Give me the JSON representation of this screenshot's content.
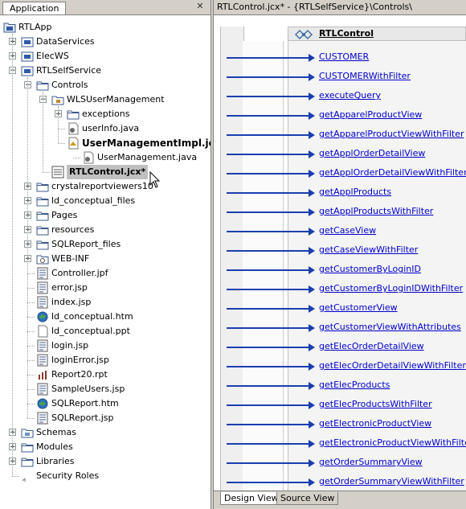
{
  "left_panel": {
    "tab_label": "Application",
    "close_glyph": "✕",
    "tree": [
      {
        "label": "RTLApp",
        "icon": "application-icon",
        "depth": 0,
        "expander": "minus"
      },
      {
        "label": "DataServices",
        "icon": "project-icon",
        "depth": 1,
        "expander": "plus"
      },
      {
        "label": "ElecWS",
        "icon": "project-icon",
        "depth": 1,
        "expander": "plus"
      },
      {
        "label": "RTLSelfService",
        "icon": "project-icon",
        "depth": 1,
        "expander": "minus"
      },
      {
        "label": "Controls",
        "icon": "folder-icon",
        "depth": 2,
        "expander": "minus"
      },
      {
        "label": "WLSUserManagement",
        "icon": "package-folder-icon",
        "depth": 3,
        "expander": "minus"
      },
      {
        "label": "exceptions",
        "icon": "folder-icon",
        "depth": 4,
        "expander": "plus"
      },
      {
        "label": "userInfo.java",
        "icon": "java-file-icon",
        "depth": 4,
        "expander": "none"
      },
      {
        "label": "UserManagementImpl.jcs",
        "icon": "jcs-file-icon",
        "depth": 4,
        "expander": "none",
        "bold": true
      },
      {
        "label": "UserManagement.java",
        "icon": "java-file-icon",
        "depth": 5,
        "expander": "none"
      },
      {
        "label": "RTLControl.jcx*",
        "icon": "jcx-file-icon",
        "depth": 3,
        "expander": "none",
        "selected": true
      },
      {
        "label": "crystalreportviewers10",
        "icon": "folder-icon",
        "depth": 2,
        "expander": "plus"
      },
      {
        "label": "ld_conceptual_files",
        "icon": "folder-icon",
        "depth": 2,
        "expander": "plus"
      },
      {
        "label": "Pages",
        "icon": "folder-icon",
        "depth": 2,
        "expander": "plus"
      },
      {
        "label": "resources",
        "icon": "folder-icon",
        "depth": 2,
        "expander": "plus"
      },
      {
        "label": "SQLReport_files",
        "icon": "folder-icon",
        "depth": 2,
        "expander": "plus"
      },
      {
        "label": "WEB-INF",
        "icon": "web-inf-folder-icon",
        "depth": 2,
        "expander": "plus"
      },
      {
        "label": "Controller.jpf",
        "icon": "jpf-file-icon",
        "depth": 2,
        "expander": "none"
      },
      {
        "label": "error.jsp",
        "icon": "jsp-file-icon",
        "depth": 2,
        "expander": "none"
      },
      {
        "label": "index.jsp",
        "icon": "jsp-file-icon",
        "depth": 2,
        "expander": "none"
      },
      {
        "label": "ld_conceptual.htm",
        "icon": "html-file-icon",
        "depth": 2,
        "expander": "none"
      },
      {
        "label": "ld_conceptual.ppt",
        "icon": "generic-file-icon",
        "depth": 2,
        "expander": "none"
      },
      {
        "label": "login.jsp",
        "icon": "jsp-file-icon",
        "depth": 2,
        "expander": "none"
      },
      {
        "label": "loginError.jsp",
        "icon": "jsp-file-icon",
        "depth": 2,
        "expander": "none"
      },
      {
        "label": "Report20.rpt",
        "icon": "report-file-icon",
        "depth": 2,
        "expander": "none"
      },
      {
        "label": "SampleUsers.jsp",
        "icon": "jsp-file-icon",
        "depth": 2,
        "expander": "none"
      },
      {
        "label": "SQLReport.htm",
        "icon": "html-file-icon",
        "depth": 2,
        "expander": "none"
      },
      {
        "label": "SQLReport.jsp",
        "icon": "jsp-file-icon",
        "depth": 2,
        "expander": "none"
      },
      {
        "label": "Schemas",
        "icon": "schemas-folder-icon",
        "depth": 1,
        "expander": "plus"
      },
      {
        "label": "Modules",
        "icon": "folder-icon",
        "depth": 1,
        "expander": "plus"
      },
      {
        "label": "Libraries",
        "icon": "folder-icon",
        "depth": 1,
        "expander": "plus"
      },
      {
        "label": "Security Roles",
        "icon": "security-roles-icon",
        "depth": 1,
        "expander": "none"
      }
    ]
  },
  "editor": {
    "title": "RTLControl.jcx* - {RTLSelfService}\\Controls\\",
    "control_name": "RTLControl",
    "methods": [
      "CUSTOMER",
      "CUSTOMERWithFilter",
      "executeQuery",
      "getApparelProductView",
      "getApparelProductViewWithFilter",
      "getApplOrderDetailView",
      "getApplOrderDetailViewWithFilter",
      "getApplProducts",
      "getApplProductsWithFilter",
      "getCaseView",
      "getCaseViewWithFilter",
      "getCustomerByLoginID",
      "getCustomerByLoginIDWithFilter",
      "getCustomerView",
      "getCustomerViewWithAttributes",
      "getElecOrderDetailView",
      "getElecOrderDetailViewWithFilter",
      "getElecProducts",
      "getElecProductsWithFilter",
      "getElectronicProductView",
      "getElectronicProductViewWithFilter",
      "getOrderSummaryView",
      "getOrderSummaryViewWithFilter"
    ],
    "tabs": [
      "Design View",
      "Source View"
    ],
    "active_tab": "Design View"
  },
  "colors": {
    "link": "#0000cc",
    "arrow": "#1a3fb0",
    "selection": "#c0c0c0"
  }
}
